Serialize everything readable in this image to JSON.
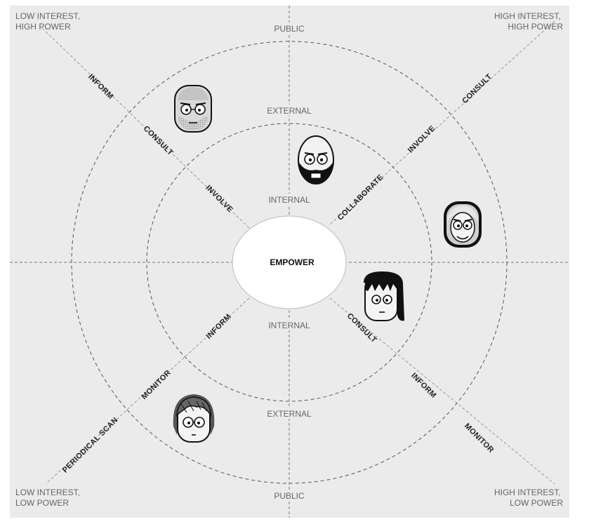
{
  "corners": {
    "top_left": [
      "LOW INTEREST,",
      "HIGH POWER"
    ],
    "top_right": [
      "HIGH INTEREST,",
      "HIGH POWER"
    ],
    "bottom_left": [
      "LOW INTEREST,",
      "LOW POWER"
    ],
    "bottom_right": [
      "HIGH INTEREST,",
      "LOW POWER"
    ]
  },
  "rings": {
    "public_top": "PUBLIC",
    "external_top": "EXTERNAL",
    "internal_top": "INTERNAL",
    "internal_bottom": "INTERNAL",
    "external_bottom": "EXTERNAL",
    "public_bottom": "PUBLIC"
  },
  "center": "EMPOWER",
  "diagonals": {
    "top_left": [
      "INFORM",
      "CONSULT",
      "INVOLVE"
    ],
    "top_right": [
      "CONSULT",
      "INVOLVE",
      "COLLABORATE"
    ],
    "bottom_left": [
      "INFORM",
      "MONITOR",
      "PERIODICAL SCAN"
    ],
    "bottom_right": [
      "CONSULT",
      "INFORM",
      "MONITOR"
    ]
  },
  "colors": {
    "background": "#ebebeb",
    "line": "#777777",
    "ellipse_fill": "#ffffff"
  },
  "faces": [
    {
      "name": "bald-glasses-face-icon"
    },
    {
      "name": "bearded-bald-face-icon"
    },
    {
      "name": "gray-hair-face-icon"
    },
    {
      "name": "dark-hair-woman-face-icon"
    },
    {
      "name": "bangs-glasses-face-icon"
    }
  ]
}
